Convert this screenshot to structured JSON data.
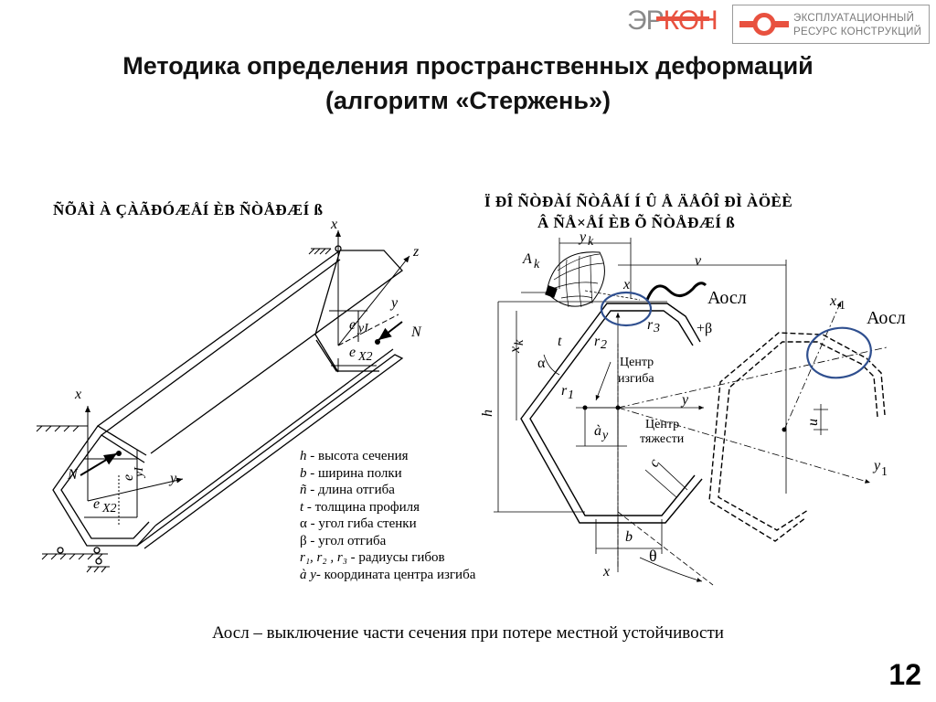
{
  "header": {
    "logo_left": "ЭРКОН",
    "logo_right_line1": "ЭКСПЛУАТАЦИОННЫЙ",
    "logo_right_line2": "РЕСУРС КОНСТРУКЦИЙ"
  },
  "title": {
    "line1": "Методика определения пространственных деформаций",
    "line2": "(алгоритм «Стержень»)"
  },
  "left_diagram": {
    "heading": "ÑÕÅÌ À ÇÀÃÐÓÆÅÍ ÈB ÑÒÅÐÆÍ ß",
    "labels": {
      "x_top": "x",
      "z": "z",
      "y_top": "y",
      "ey1_top": "e",
      "ey1_sub": "yI",
      "ex2_top": "e",
      "ex2_sub": "X2",
      "N_top": "N",
      "x_left": "x",
      "N_left": "N",
      "ey1_left": "e",
      "ey1_left_sub": "yI",
      "y_left": "y",
      "ex2_left": "e",
      "ex2_left_sub": "X2"
    }
  },
  "legend": [
    {
      "sym": "h",
      "text": " - высота сечения"
    },
    {
      "sym": "b",
      "text": " - ширина полки"
    },
    {
      "sym": "ñ",
      "text": " - длина отгиба"
    },
    {
      "sym": "t",
      "text": " - толщина профиля"
    },
    {
      "sym": "α",
      "text": " - угол гиба стенки"
    },
    {
      "sym": "β",
      "text": " - угол отгиба"
    },
    {
      "sym": "r₁, r₂ , r₃",
      "text": "  - радиусы гибов"
    },
    {
      "sym": "à y",
      "text": "- координата центра изгиба"
    }
  ],
  "right_diagram": {
    "heading_line1": "Ï ÐÎ ÑÒÐÀÍ ÑÒÂÅÍ Í Û Å ÄÅÔÎ ÐÌ ÀÖÈÈ",
    "heading_line2": "Â ÑÅ×ÅÍ ÈB Õ ÑÒÅÐÆÍ ß",
    "labels": {
      "yk": "y",
      "yk_sub": "k",
      "Ak": "A",
      "Ak_sub": "k",
      "v": "v",
      "x_top": "x",
      "aosl1": "Аосл",
      "r3": "r",
      "r3_sub": "3",
      "plus_beta": "+β",
      "r2": "r",
      "r2_sub": "2",
      "xk": "x",
      "xk_sub": "k",
      "t": "t",
      "alpha": "α",
      "center_bend_1": "Центр",
      "center_bend_2": "изгиба",
      "r1": "r",
      "r1_sub": "1",
      "y_mid": "y",
      "h": "h",
      "ay": "à",
      "ay_sub": "y",
      "center_grav_1": "Центр",
      "center_grav_2": "тяжести",
      "c": "c",
      "b": "b",
      "theta": "θ",
      "x_bottom": "x",
      "x1": "x",
      "x1_sub": "1",
      "aosl2": "Аосл",
      "u": "u",
      "y1": "y",
      "y1_sub": "1"
    }
  },
  "caption": "Аосл – выключение части сечения при потере местной устойчивости",
  "page_number": "12",
  "colors": {
    "accent_red": "#e8513f",
    "logo_gray": "#8a8a8a",
    "ellipse_blue": "#2f4f8f"
  }
}
